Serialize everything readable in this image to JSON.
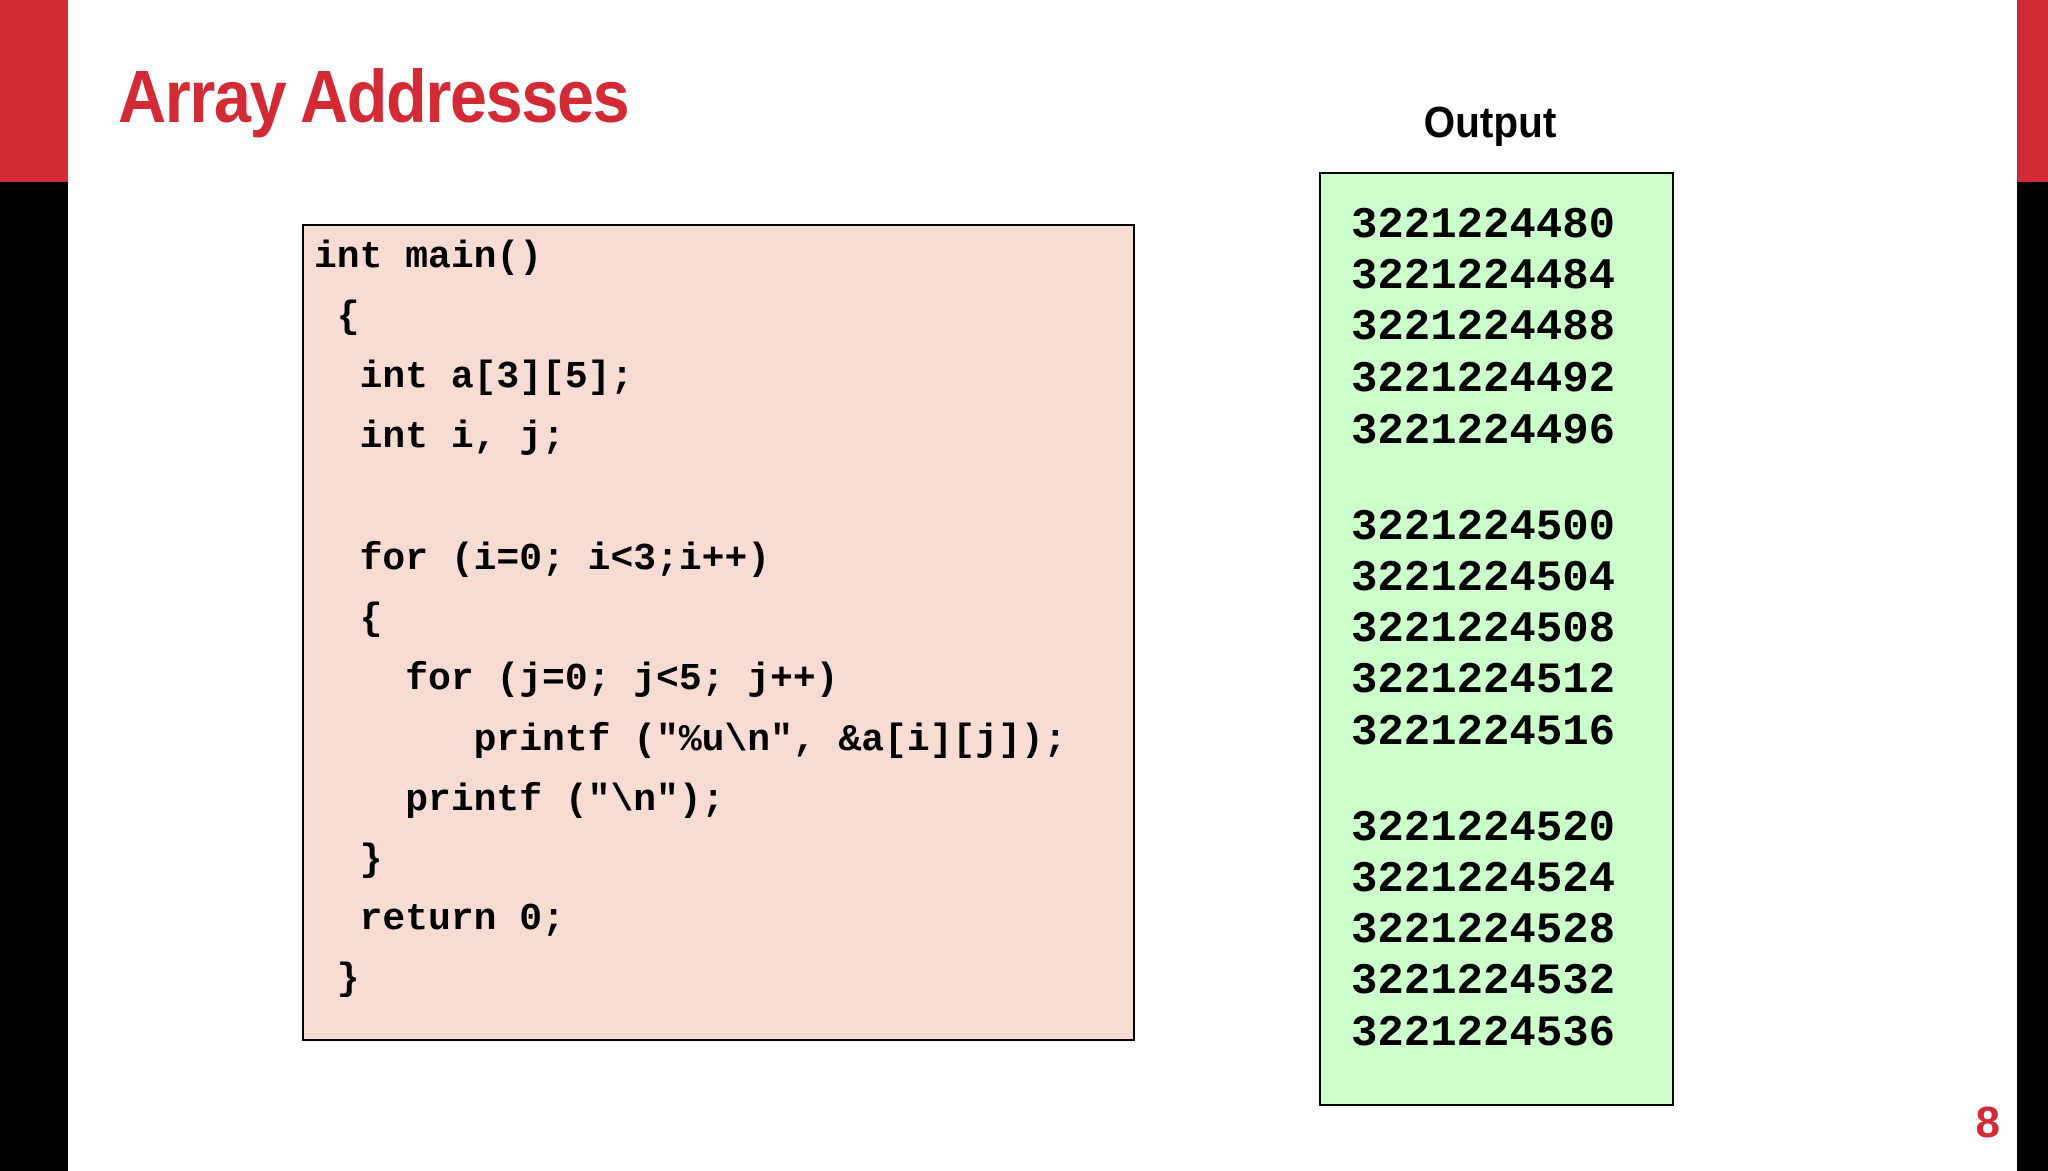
{
  "slide": {
    "title": "Array Addresses",
    "output_label": "Output",
    "page_number": "8"
  },
  "code": {
    "lines": [
      "int main()",
      " {",
      "  int a[3][5];",
      "  int i, j;",
      "",
      "  for (i=0; i<3;i++)",
      "  {",
      "    for (j=0; j<5; j++)",
      "       printf (\"%u\\n\", &a[i][j]);",
      "    printf (\"\\n\");",
      "  }",
      "  return 0;",
      " }"
    ]
  },
  "output": {
    "lines": [
      "3221224480",
      "3221224484",
      "3221224488",
      "3221224492",
      "3221224496",
      "3221224500",
      "3221224504",
      "3221224508",
      "3221224512",
      "3221224516",
      "3221224520",
      "3221224524",
      "3221224528",
      "3221224532",
      "3221224536"
    ]
  },
  "colors": {
    "accent_red": "#d22b35",
    "side_black": "#000000",
    "code_bg": "#f7dcd4",
    "output_bg": "#ccffcc"
  }
}
